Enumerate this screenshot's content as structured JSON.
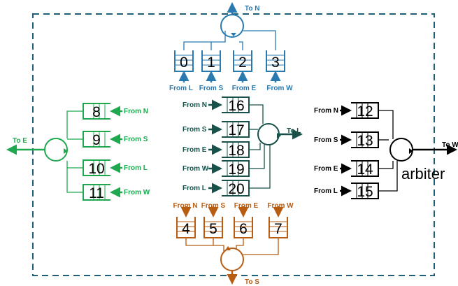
{
  "colors": {
    "north": "#2a7ab0",
    "west": "#1fa84f",
    "center": "#17514a",
    "east": "#000000",
    "south": "#b85c12",
    "boundary": "#1f5f7a"
  },
  "north": {
    "output_label": "To N",
    "buffers": [
      {
        "id": "0",
        "input": "From L"
      },
      {
        "id": "1",
        "input": "From S"
      },
      {
        "id": "2",
        "input": "From E"
      },
      {
        "id": "3",
        "input": "From W"
      }
    ]
  },
  "west": {
    "output_label": "To E",
    "buffers": [
      {
        "id": "8",
        "input": "From N"
      },
      {
        "id": "9",
        "input": "From S"
      },
      {
        "id": "10",
        "input": "From L"
      },
      {
        "id": "11",
        "input": "From W"
      }
    ]
  },
  "center": {
    "output_label": "To L",
    "buffers": [
      {
        "id": "16",
        "input": "From N"
      },
      {
        "id": "17",
        "input": "From S"
      },
      {
        "id": "18",
        "input": "From E"
      },
      {
        "id": "19",
        "input": "From W"
      },
      {
        "id": "20",
        "input": "From L"
      }
    ]
  },
  "east": {
    "output_label": "To W",
    "arbiter_label": "arbiter",
    "buffers": [
      {
        "id": "12",
        "input": "From N"
      },
      {
        "id": "13",
        "input": "From S"
      },
      {
        "id": "14",
        "input": "From E"
      },
      {
        "id": "15",
        "input": "From L"
      }
    ]
  },
  "south": {
    "output_label": "To S",
    "buffers": [
      {
        "id": "4",
        "input": "From N"
      },
      {
        "id": "5",
        "input": "From S"
      },
      {
        "id": "6",
        "input": "From E"
      },
      {
        "id": "7",
        "input": "From W"
      }
    ]
  }
}
